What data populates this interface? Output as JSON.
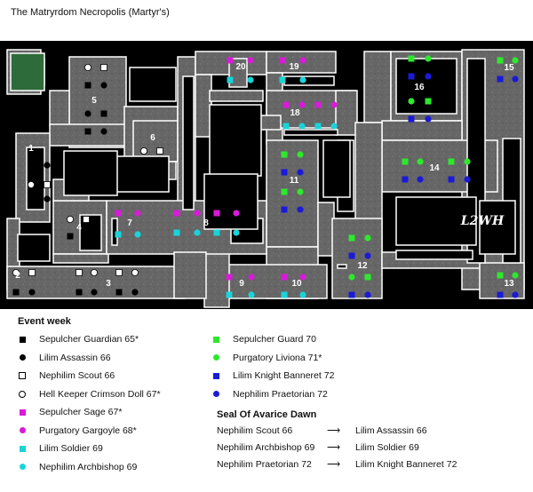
{
  "title": "The Matryrdom Necropolis (Martyr's)",
  "watermark": "L2WH",
  "room_numbers": [
    "1",
    "2",
    "3",
    "4",
    "5",
    "6",
    "7",
    "8",
    "9",
    "10",
    "11",
    "12",
    "13",
    "14",
    "15",
    "16",
    "18",
    "19",
    "20"
  ],
  "colors": {
    "background": "#000000",
    "floor": "#6a6a6a",
    "floor_border": "#ffffff",
    "entrance": "#2e6b3a",
    "magenta": "#d81bd8",
    "cyan": "#18d4d8",
    "green": "#2ee82e",
    "blue": "#1a1ad8",
    "black": "#000000",
    "white": "#ffffff"
  },
  "legend_title": "Event week",
  "legend": [
    {
      "label": "Sepulcher Guardian 65*",
      "shape": "square",
      "color": "#000000"
    },
    {
      "label": "Lilim Assassin 66",
      "shape": "circle",
      "color": "#000000"
    },
    {
      "label": "Nephilim Scout 66",
      "shape": "square",
      "color": "open"
    },
    {
      "label": "Hell Keeper Crimson Doll 67*",
      "shape": "circle",
      "color": "open"
    },
    {
      "label": "Sepulcher Sage 67*",
      "shape": "square",
      "color": "#d81bd8"
    },
    {
      "label": "Purgatory Gargoyle 68*",
      "shape": "circle",
      "color": "#d81bd8"
    },
    {
      "label": "Lilim Soldier 69",
      "shape": "square",
      "color": "#18d4d8"
    },
    {
      "label": "Nephilim Archbishop 69",
      "shape": "circle",
      "color": "#18d4d8"
    },
    {
      "label": "Sepulcher Guard 70",
      "shape": "square",
      "color": "#2ee82e"
    },
    {
      "label": "Purgatory Liviona 71*",
      "shape": "circle",
      "color": "#2ee82e"
    },
    {
      "label": "Lilim Knight Banneret 72",
      "shape": "square",
      "color": "#1a1ad8"
    },
    {
      "label": "Nephilim Praetorian 72",
      "shape": "circle",
      "color": "#1a1ad8"
    }
  ],
  "seal_title": "Seal Of Avarice Dawn",
  "seal_rows": [
    {
      "from": "Nephilim Scout 66",
      "arrow": "⟶",
      "to": "Lilim Assassin 66"
    },
    {
      "from": "Nephilim Archbishop 69",
      "arrow": "⟶",
      "to": "Lilim Soldier 69"
    },
    {
      "from": "Nephilim Praetorian 72",
      "arrow": "⟶",
      "to": "Lilim Knight Banneret 72"
    }
  ]
}
